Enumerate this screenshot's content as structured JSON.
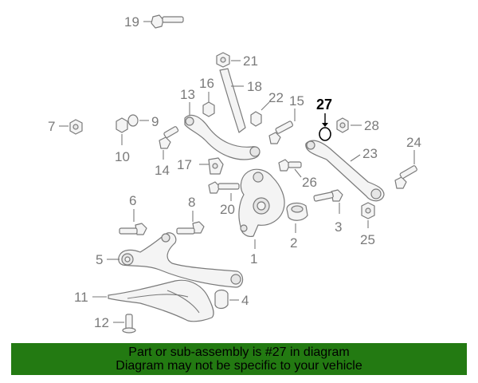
{
  "diagram": {
    "callouts": {
      "p1": "1",
      "p2": "2",
      "p3": "3",
      "p4": "4",
      "p5": "5",
      "p6": "6",
      "p7": "7",
      "p8": "8",
      "p9": "9",
      "p10": "10",
      "p11": "11",
      "p12": "12",
      "p13": "13",
      "p14": "14",
      "p15": "15",
      "p16": "16",
      "p17": "17",
      "p18": "18",
      "p19": "19",
      "p20": "20",
      "p21": "21",
      "p22": "22",
      "p23": "23",
      "p24": "24",
      "p25": "25",
      "p26": "26",
      "p27": "27",
      "p28": "28"
    },
    "highlighted_part": "27"
  },
  "banner": {
    "line1": "Part or sub-assembly is #27 in diagram",
    "line2": "Diagram may not be specific to your vehicle"
  },
  "colors": {
    "banner_bg": "#237a12",
    "line_art": "#7a7a7a",
    "highlight": "#000000"
  }
}
